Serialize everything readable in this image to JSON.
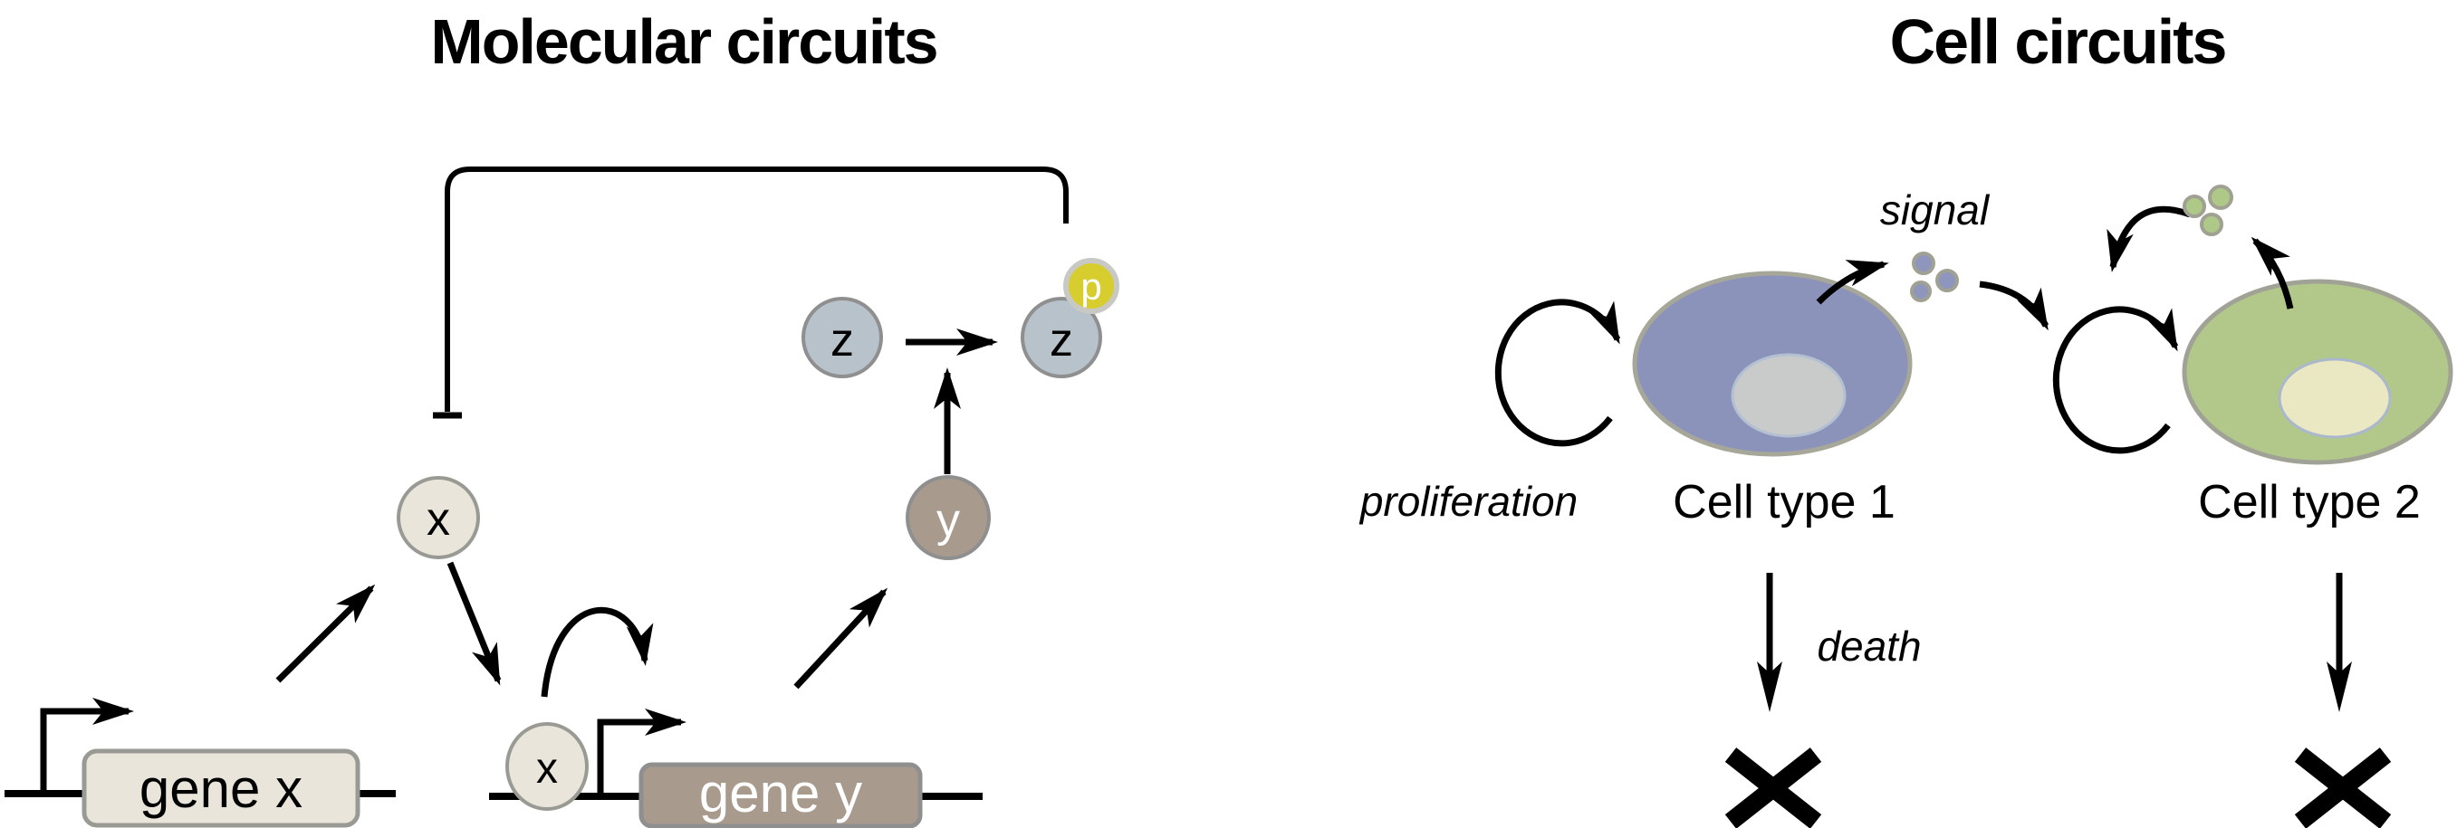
{
  "titles": {
    "left": "Molecular circuits",
    "right": "Cell circuits"
  },
  "molecular": {
    "gene_x_label": "gene x",
    "gene_y_label": "gene y",
    "protein_x_label": "x",
    "bound_x_label": "x",
    "protein_y_label": "y",
    "protein_z_label": "z",
    "protein_zp_label": "z",
    "phospho_label": "p"
  },
  "cells": {
    "cell1_label": "Cell type 1",
    "cell2_label": "Cell type 2",
    "signal_label": "signal",
    "proliferation_label": "proliferation",
    "death_label": "death"
  },
  "colors": {
    "ink": "#000000",
    "cream": "#e9e5da",
    "cream-border": "#9a9a95",
    "gray-border": "#8f8f8f",
    "taupe": "#a89a8d",
    "blue-gray": "#b7c2cb",
    "phospho-yellow": "#d8cd2f",
    "phospho-ring": "#c8c8c4",
    "cell1-fill": "#8b93bb",
    "cell1-stroke": "#a6a798",
    "nucleus1-fill": "#c9cbca",
    "nucleus1-stroke": "#b2c0d2",
    "cell2-fill": "#b2c88b",
    "cell2-stroke": "#a1a296",
    "nucleus2-fill": "#eae8c2",
    "nucleus2-stroke": "#aab7cd",
    "blue-dot": "#8e96bd",
    "green-dot": "#aec887",
    "dot-stroke": "#a0a193"
  }
}
